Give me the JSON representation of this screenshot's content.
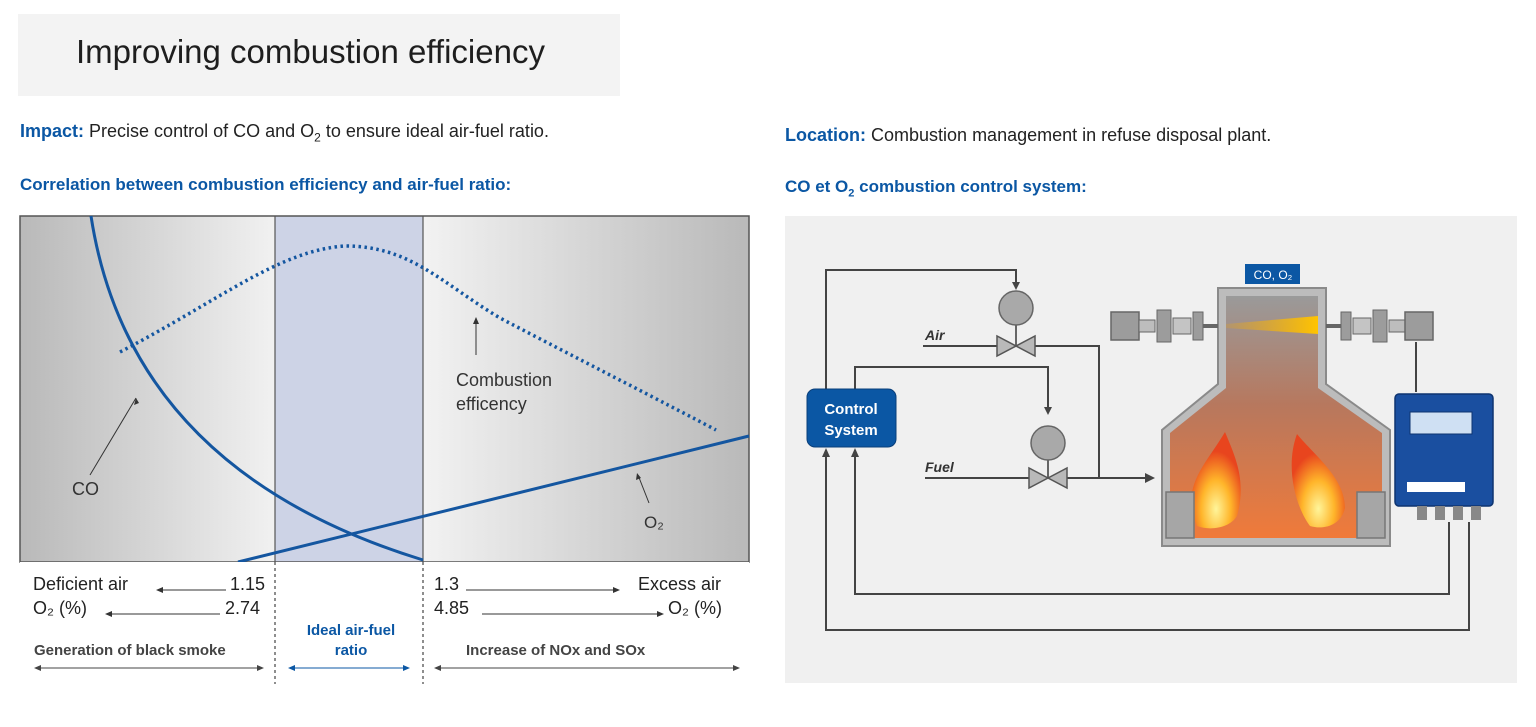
{
  "header": {
    "title": "Improving combustion efficiency"
  },
  "impact": {
    "label": "Impact:",
    "text_pre": "Precise control of CO and O",
    "sub": "2",
    "text_post": " to ensure ideal air-fuel ratio."
  },
  "location": {
    "label": "Location:",
    "text": "Combustion management in refuse disposal plant."
  },
  "correlation_title": "Correlation between combustion efficiency and air-fuel ratio:",
  "system_title": {
    "pre": "CO et O",
    "sub": "2",
    "post": " combustion control system:"
  },
  "chart": {
    "co_label": "CO",
    "o2_label": "O₂",
    "efficiency_label_1": "Combustion",
    "efficiency_label_2": "efficency",
    "deficient_label": "Deficient air",
    "deficient_value": "1.15",
    "o2_pct_left": "O₂ (%)",
    "o2_left_value": "2.74",
    "excess_label": "Excess air",
    "excess_value": "1.3",
    "o2_pct_right": "O₂ (%)",
    "o2_right_value": "4.85",
    "black_smoke": "Generation of black smoke",
    "ideal_1": "Ideal air-fuel",
    "ideal_2": "ratio",
    "nox": "Increase of NOx and SOx"
  },
  "diagram": {
    "co_o2_tag": "CO, O₂",
    "air_label": "Air",
    "fuel_label": "Fuel",
    "control_1": "Control",
    "control_2": "System"
  },
  "colors": {
    "accent": "#0b57a4",
    "line": "#1456a0",
    "ideal_band": "#cdd3e6",
    "diagram_bg": "#f0f0f0",
    "analyzer": "#1a4fa0"
  }
}
